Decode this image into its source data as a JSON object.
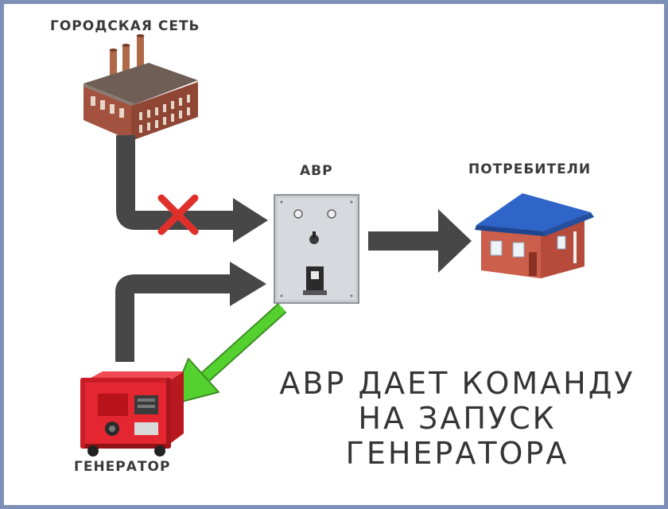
{
  "labels": {
    "city_grid": "ГОРОДСКАЯ СЕТЬ",
    "avr": "АВР",
    "consumers": "ПОТРЕБИТЕЛИ",
    "generator": "ГЕНЕРАТОР"
  },
  "caption": {
    "line1": "АВР ДАЕТ КОМАНДУ",
    "line2": "НА ЗАПУСК",
    "line3": "ГЕНЕРАТОРА"
  },
  "colors": {
    "frame": "#7d8fb6",
    "power_arrow": "#474747",
    "command_arrow": "#55d12f",
    "break_cross": "#e0302b",
    "factory_brick": "#a3523f",
    "house_roof": "#2f64c8",
    "house_wall": "#cc5e4c",
    "generator_red": "#e3262f",
    "avr_panel": "#c9ccd1"
  },
  "icons": {
    "city_grid": "factory-icon",
    "avr": "control-panel-icon",
    "consumers": "house-icon",
    "generator": "generator-icon",
    "break": "cross-icon"
  }
}
